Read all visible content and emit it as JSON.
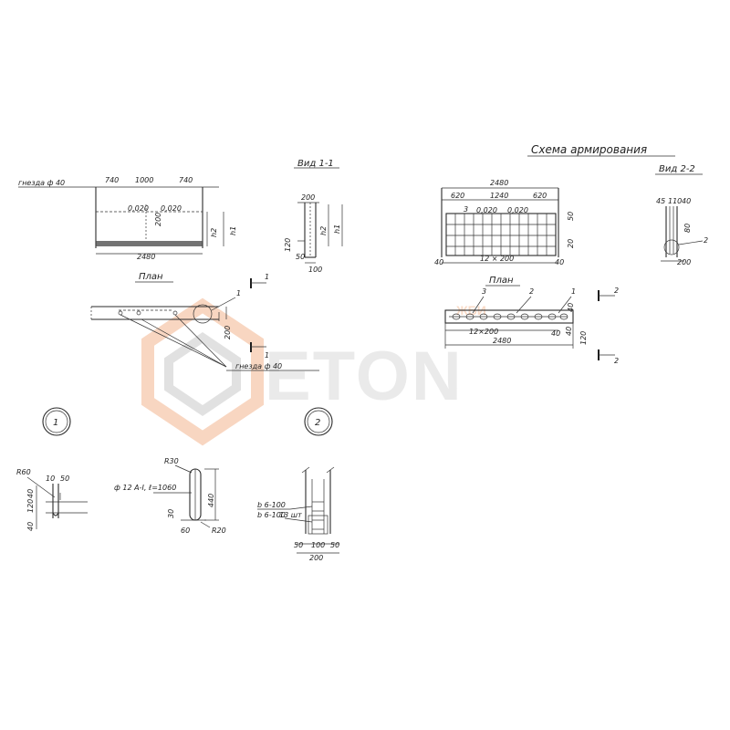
{
  "colors": {
    "ink": "#2a2a2a",
    "watermark_gray": "#bfbfbf",
    "watermark_orange": "#f0a070"
  },
  "watermark": {
    "text": "ETON",
    "subtext": "ЖБИ"
  },
  "left_plan": {
    "title": "План",
    "gnezda_top": "гнезда ф 40",
    "gnezda_bottom": "гнезда ф 40",
    "dims": {
      "d740a": "740",
      "d1000": "1000",
      "d740b": "740",
      "d2480": "2480",
      "slope1": "0,020",
      "slope2": "0,020",
      "d200": "200",
      "h2": "h2",
      "h1": "h1",
      "d200b": "200"
    },
    "markers": {
      "m1": "1",
      "c1": "1",
      "c2": "1"
    }
  },
  "view11": {
    "title": "Вид 1-1",
    "dims": {
      "d200": "200",
      "h2": "h2",
      "h1": "h1",
      "d120": "120",
      "d50": "50",
      "d100": "100"
    }
  },
  "armirovanie": {
    "title": "Схема армирования",
    "view22_title": "Вид 2-2",
    "plan_title": "План",
    "dims": {
      "d2480": "2480",
      "d620": "620",
      "d1240": "1240",
      "d620b": "620",
      "slope1": "0,020",
      "slope2": "0,020",
      "d50": "50",
      "d20": "20",
      "d40": "40",
      "span": "12 × 200",
      "d40b": "40"
    },
    "plan_dims": {
      "span": "12×200",
      "d2480": "2480",
      "d40": "40",
      "d40b": "40",
      "d120": "120",
      "d40c": "40"
    },
    "plan_labels": {
      "p3": "3",
      "p2": "2",
      "p1": "1",
      "r2a": "2",
      "r2b": "2"
    },
    "view22_dims": {
      "d45": "45",
      "d110": "110",
      "d40": "40",
      "d80": "80",
      "d200": "200",
      "pos2": "2"
    },
    "pos3": "3"
  },
  "details": {
    "node1": "1",
    "node2": "2",
    "d1": {
      "r60": "R60",
      "d10": "10",
      "d50": "50",
      "d40": "40",
      "d120": "120",
      "d40b": "40"
    },
    "bar": {
      "r30": "R30",
      "spec": "ф 12 А-I, ℓ=1060",
      "d440": "440",
      "d30": "30",
      "d60": "60",
      "r20": "R20"
    },
    "d2": {
      "b1": "b 6-100",
      "b2": "b 6-100",
      "n": "13 шт",
      "d50a": "50",
      "d100": "100",
      "d50b": "50",
      "d200": "200"
    }
  }
}
